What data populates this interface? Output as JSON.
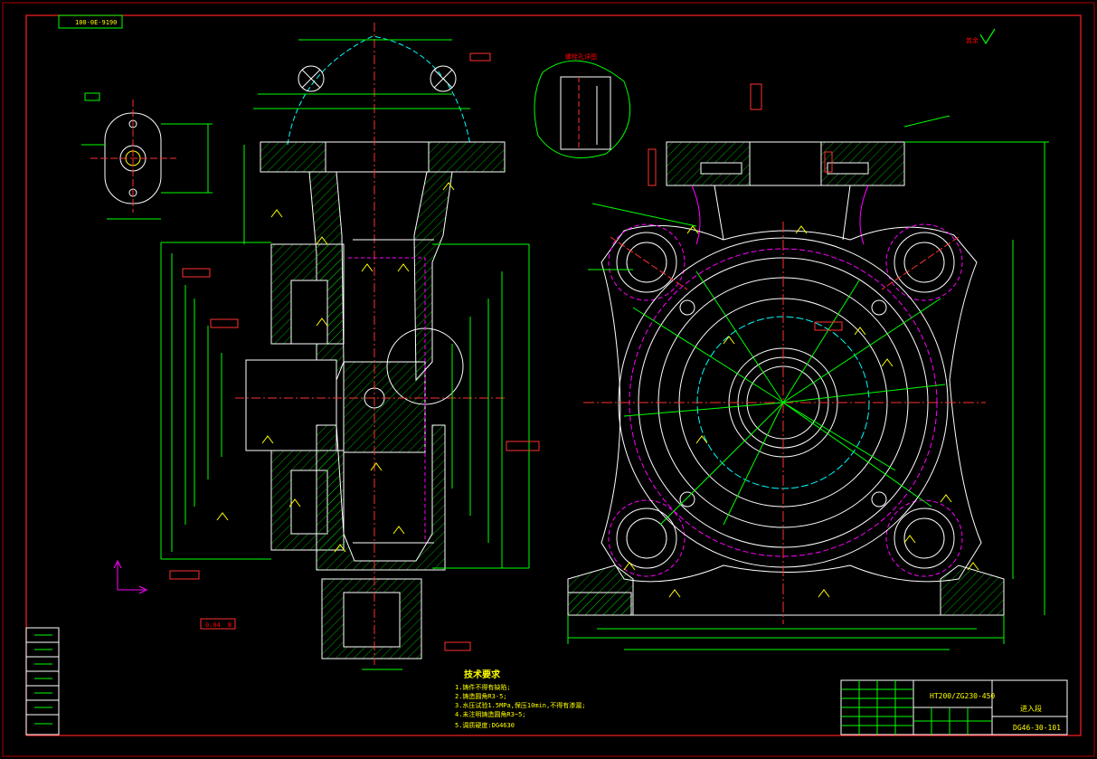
{
  "drawing": {
    "tag_top_left": "100-0E-9190",
    "rough_mark": "其余",
    "detail_view_label": "螺栓孔详图",
    "title_block": {
      "material": "HT200/ZG230-450",
      "part_name": "进入段",
      "drawing_no": "DG46-30-101"
    },
    "tech_notes": {
      "title": "技术要求",
      "lines": [
        "1.铸件不得有缺陷;",
        "2.铸造圆角R3-5;",
        "3.水压试验1.5MPa,保压10min,不得有渗漏;",
        "4.未注明铸造圆角R3~5;",
        "5.调质硬度:DG4630"
      ]
    },
    "tolerance_frames": [
      "0.04",
      "B"
    ]
  },
  "colors": {
    "background": "#000000",
    "border": "#ff0000",
    "frame": "#00ff00",
    "outline": "#ffffff",
    "hatch": "#00ff00",
    "centerline": "#ff0000",
    "magenta": "#ff00ff",
    "cyan": "#00ffff",
    "text": "#ffff00"
  }
}
